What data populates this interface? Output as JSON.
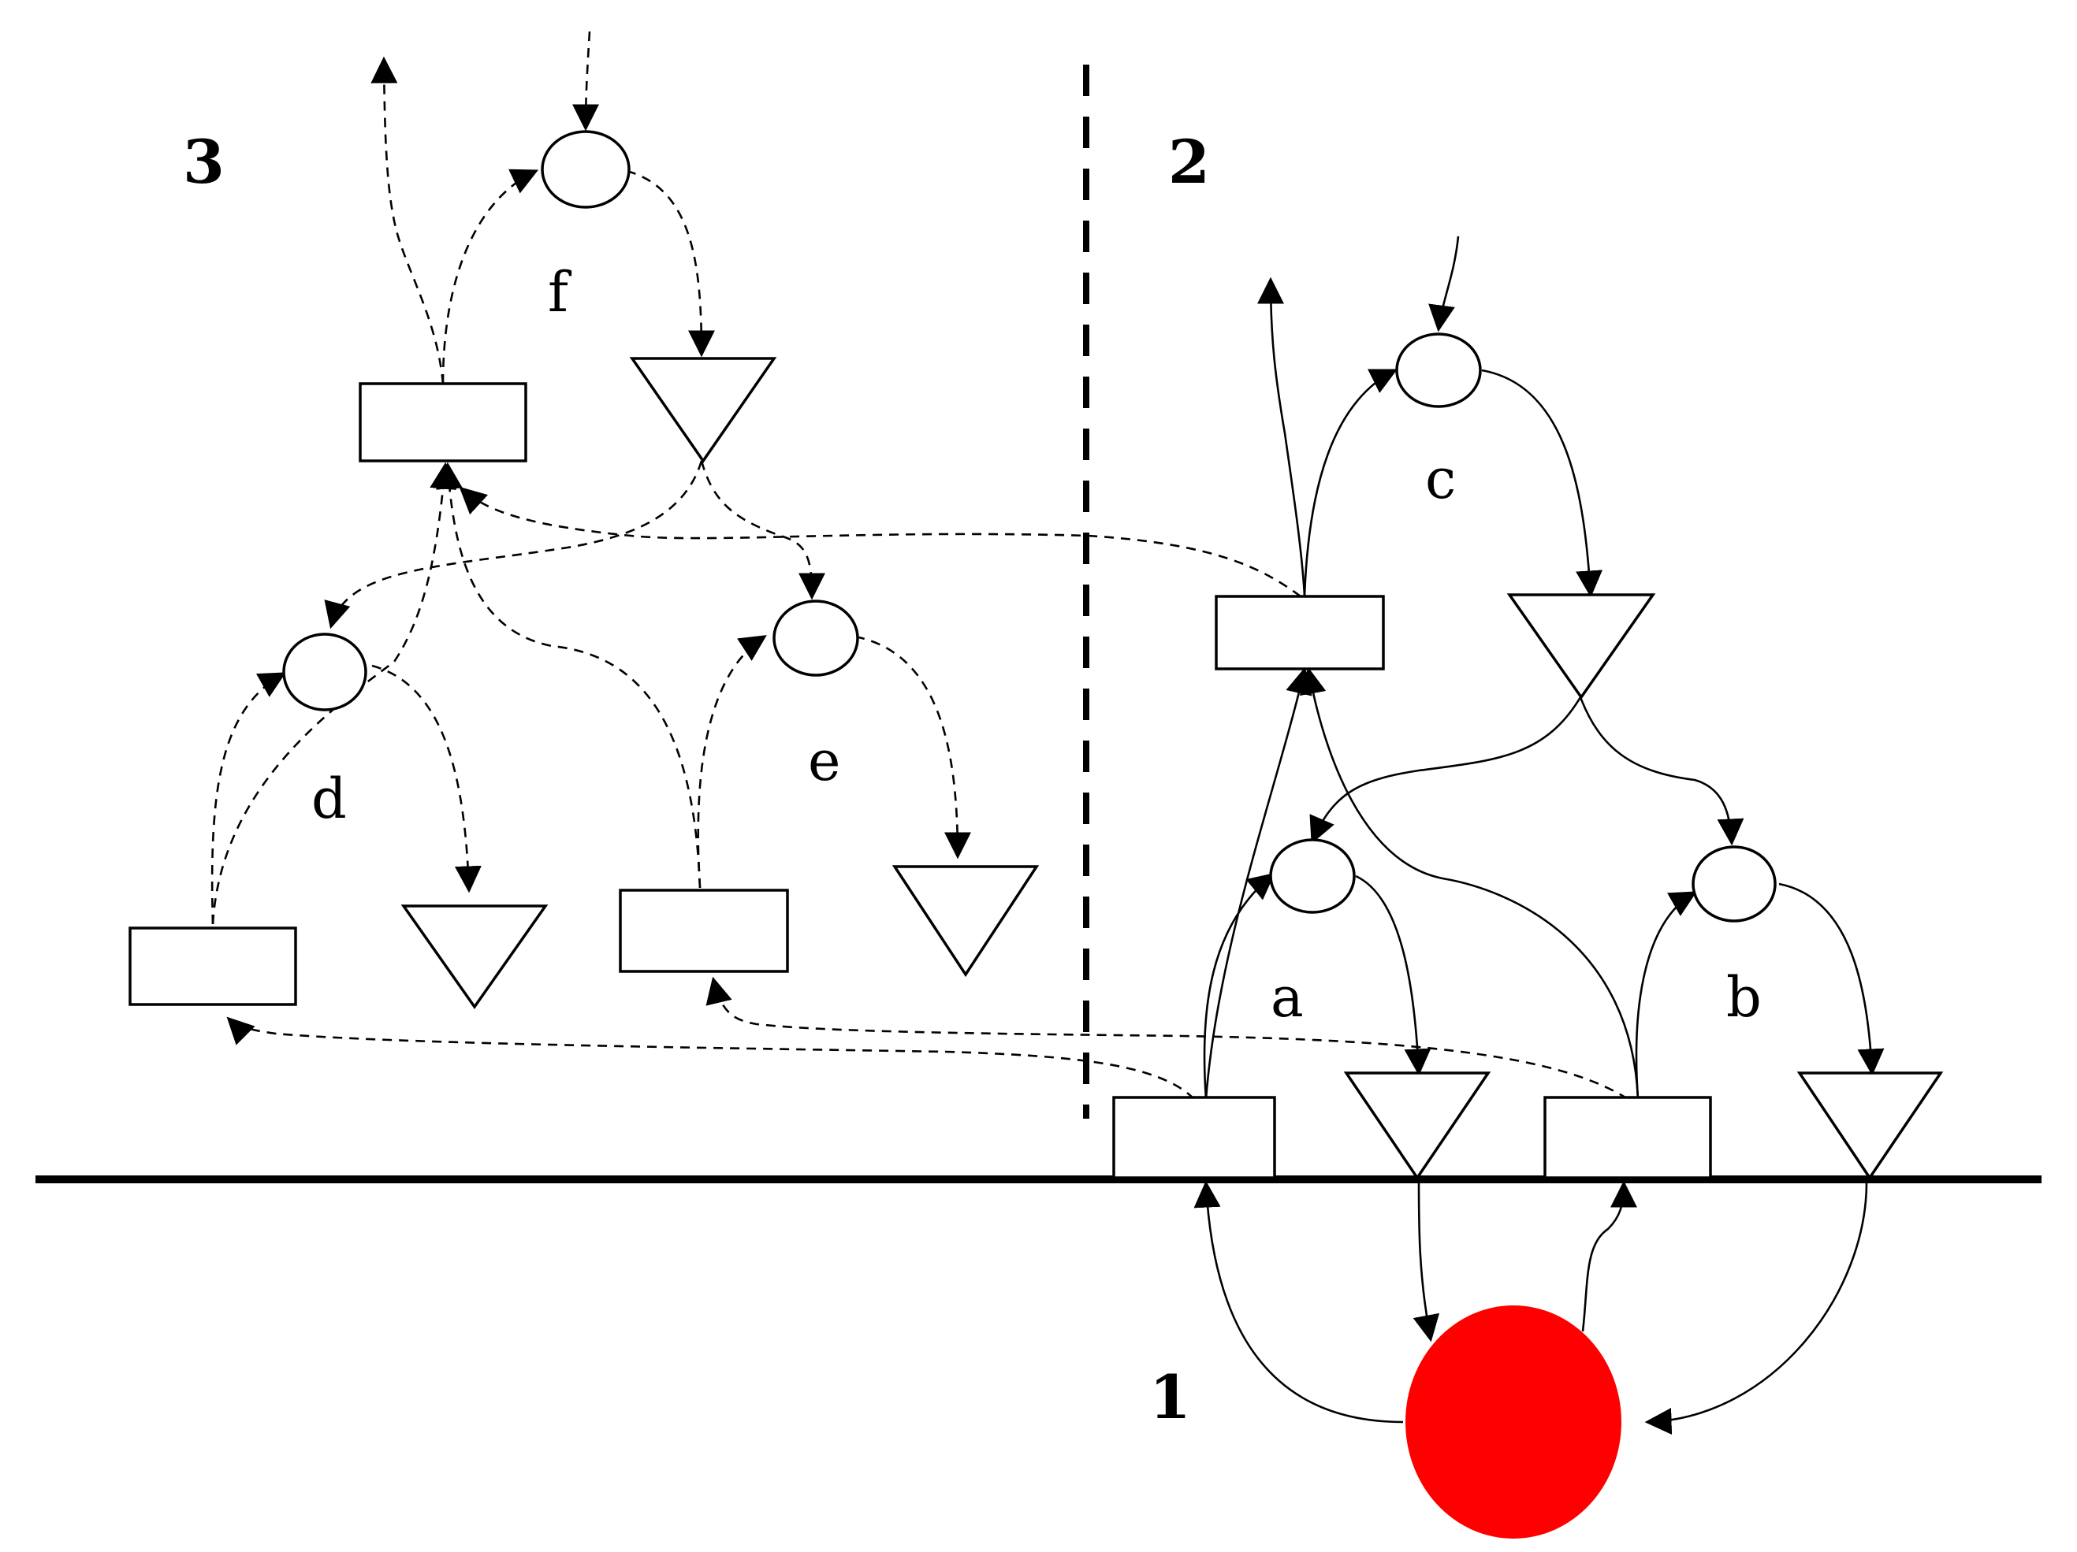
{
  "labels": {
    "region_1": "1",
    "region_2": "2",
    "region_3": "3",
    "module_a": "a",
    "module_b": "b",
    "module_c": "c",
    "module_d": "d",
    "module_e": "e",
    "module_f": "f"
  },
  "colors": {
    "stroke": "#000000",
    "source_fill": "#ff0000",
    "background": "#ffffff"
  }
}
